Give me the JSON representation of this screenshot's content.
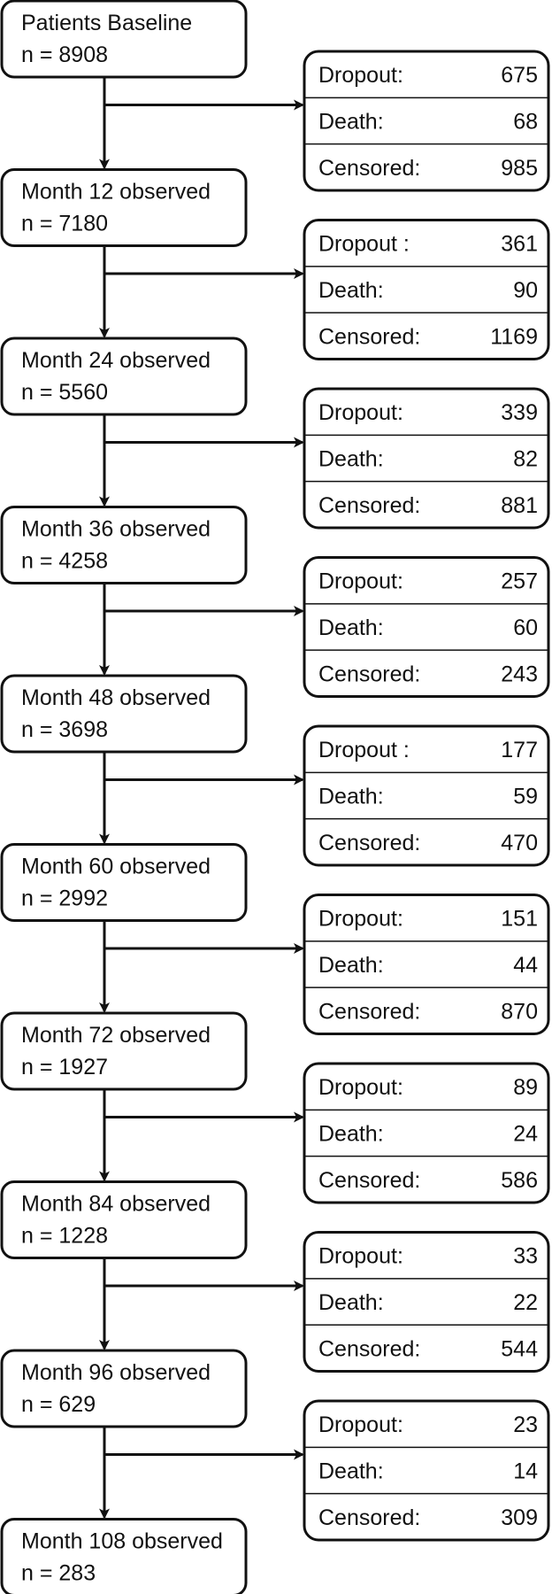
{
  "stages": [
    {
      "title": "Patients Baseline",
      "n": "n = 8908"
    },
    {
      "title": "Month 12  observed",
      "n": "n = 7180"
    },
    {
      "title": "Month 24 observed",
      "n": "n = 5560"
    },
    {
      "title": "Month 36 observed",
      "n": "n = 4258"
    },
    {
      "title": "Month 48 observed",
      "n": "n = 3698"
    },
    {
      "title": "Month 60 observed",
      "n": "n = 2992"
    },
    {
      "title": "Month 72 observed",
      "n": "n = 1927"
    },
    {
      "title": "Month 84 observed",
      "n": "n = 1228"
    },
    {
      "title": "Month 96 observed",
      "n": "n = 629"
    },
    {
      "title": "Month 108 observed",
      "n": "n = 283"
    }
  ],
  "losses": [
    {
      "dropout_label": "Dropout:",
      "dropout": "675",
      "death_label": "Death:",
      "death": "68",
      "censored_label": "Censored:",
      "censored": "985"
    },
    {
      "dropout_label": "Dropout :",
      "dropout": "361",
      "death_label": "Death:",
      "death": "90",
      "censored_label": "Censored:",
      "censored": "1169"
    },
    {
      "dropout_label": "Dropout:",
      "dropout": "339",
      "death_label": "Death:",
      "death": "82",
      "censored_label": "Censored:",
      "censored": "881"
    },
    {
      "dropout_label": "Dropout:",
      "dropout": "257",
      "death_label": "Death:",
      "death": "60",
      "censored_label": "Censored:",
      "censored": "243"
    },
    {
      "dropout_label": "Dropout :",
      "dropout": "177",
      "death_label": "Death:",
      "death": "59",
      "censored_label": "Censored:",
      "censored": "470"
    },
    {
      "dropout_label": "Dropout:",
      "dropout": "151",
      "death_label": "Death:",
      "death": "44",
      "censored_label": "Censored:",
      "censored": "870"
    },
    {
      "dropout_label": "Dropout:",
      "dropout": "89",
      "death_label": "Death:",
      "death": "24",
      "censored_label": "Censored:",
      "censored": "586"
    },
    {
      "dropout_label": "Dropout:",
      "dropout": "33",
      "death_label": "Death:",
      "death": "22",
      "censored_label": "Censored:",
      "censored": "544"
    },
    {
      "dropout_label": "Dropout:",
      "dropout": "23",
      "death_label": "Death:",
      "death": "14",
      "censored_label": "Censored:",
      "censored": "309"
    }
  ]
}
